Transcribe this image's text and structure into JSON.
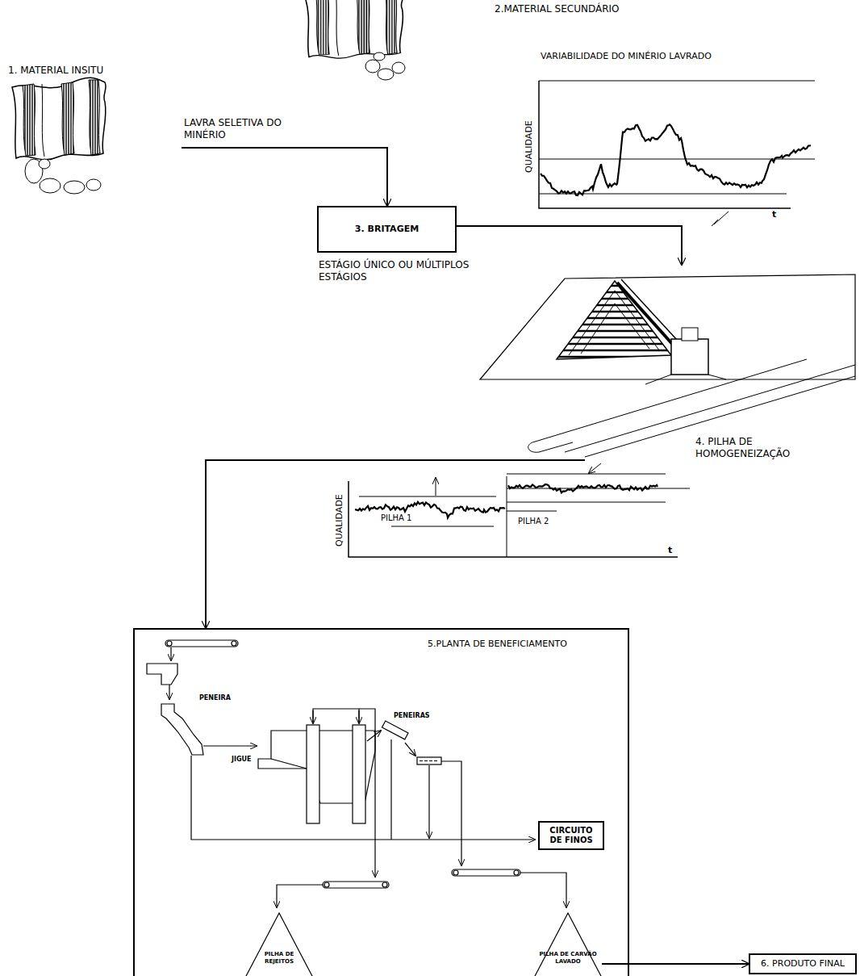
{
  "diagram": {
    "nodes": [
      {
        "text": [
          "1. MATERIAL INSITU"
        ]
      },
      {
        "text": [
          "2.MATERIAL SECUNDÁRIO"
        ]
      },
      {
        "text": [
          "3. BRITAGEM",
          "ESTÁGIO ÚNICO OU MÚLTIPLOS ESTÁGIOS"
        ]
      },
      {
        "text": [
          "4. PILHA DE HOMOGENEIZAÇÃO"
        ]
      },
      {
        "text": [
          "5.PLANTA DE BENEFICIAMENTO"
        ]
      },
      {
        "text": [
          "CIRCUITO DE FINOS"
        ],
        "in": 4
      },
      {
        "text": [
          "PILHA DE REJEITOS"
        ],
        "in": 4
      },
      {
        "text": [
          "PILHA DE CARVÃO LAVADO"
        ],
        "in": 4
      },
      {
        "text": [
          "6. PRODUTO FINAL"
        ]
      }
    ],
    "edges": [
      {
        "from": 0,
        "to": 2,
        "label": "LAVRA SELETIVA DO MINÉRIO",
        "arrow": "to"
      },
      {
        "from": 2,
        "to": 3,
        "arrow": "to"
      },
      {
        "from": 3,
        "to": 4,
        "arrow": "to"
      },
      {
        "from": 7,
        "to": 8,
        "arrow": "to"
      }
    ],
    "labels": [
      "VARIABILIDADE DO MINÉRIO LAVRADO",
      "QUALIDADE",
      "t",
      "QUALIDADE",
      "PILHA 1",
      "PILHA 2",
      "t",
      "PENEIRA",
      "JIGUE",
      "PENEIRAS"
    ]
  }
}
